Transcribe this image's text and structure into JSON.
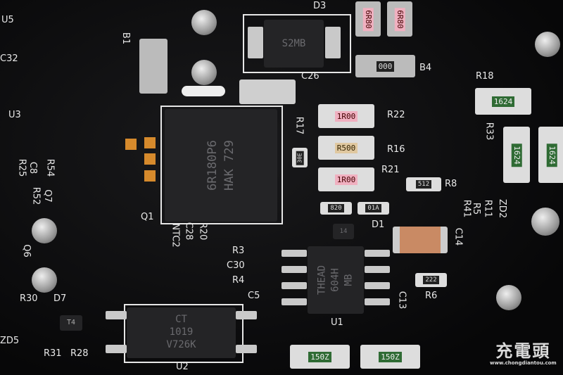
{
  "silkscreen": {
    "U5": "U5",
    "C32": "C32",
    "B1": "B1",
    "D3": "D3",
    "C26": "C26",
    "B4": "B4",
    "R18": "R18",
    "R33": "R33",
    "U3": "U3",
    "R25": "R25",
    "C8": "C8",
    "R54": "R54",
    "R52": "R52",
    "Q7": "Q7",
    "R17": "R17",
    "R22": "R22",
    "R16": "R16",
    "R21": "R21",
    "R8": "R8",
    "Q1": "Q1",
    "R20": "R20",
    "C28": "C28",
    "NTC2": "NTC2",
    "R3": "R3",
    "C30": "C30",
    "R4": "R4",
    "C5": "C5",
    "D1": "D1",
    "R41": "R41",
    "R5": "R5",
    "R11": "R11",
    "ZD2": "ZD2",
    "C14": "C14",
    "C13": "C13",
    "R6": "R6",
    "U1": "U1",
    "Q6": "Q6",
    "R30": "R30",
    "D7": "D7",
    "ZD5": "ZD5",
    "R31": "R31",
    "R28": "R28",
    "U2": "U2"
  },
  "markings": {
    "d3_diode": "S2MB",
    "r_6r80_a": "6R80",
    "r_6r80_b": "6R80",
    "b4": "000",
    "r22": "1R00",
    "r16": "R500",
    "r21": "1R00",
    "r8": "512",
    "r1624_a": "1624",
    "r1624_b": "1624",
    "r1624_c": "1624",
    "q1_line1": "6R180P6",
    "q1_line2": "HAK 729",
    "u2_line1": "CT",
    "u2_line2": "1019",
    "u2_line3": "V726K",
    "u1_line1": "THEAD",
    "u1_line2": "604H",
    "u1_line3": "MB",
    "r_bottom_a": "150Z",
    "r_bottom_b": "150Z",
    "r6": "222",
    "r820": "820",
    "r01a": "01A",
    "r14": "14",
    "t4": "T4",
    "r30e": "30E"
  },
  "watermark": {
    "logo": "充電頭",
    "url": "www.chongdiantou.com"
  },
  "colors": {
    "board": "#0b0b0c",
    "silkscreen": "#e8e8e8",
    "green_resistor": "#2f6b34",
    "pink_resistor": "#f0b0c0",
    "copper": "#d68a2c",
    "capacitor": "#c98a64"
  }
}
